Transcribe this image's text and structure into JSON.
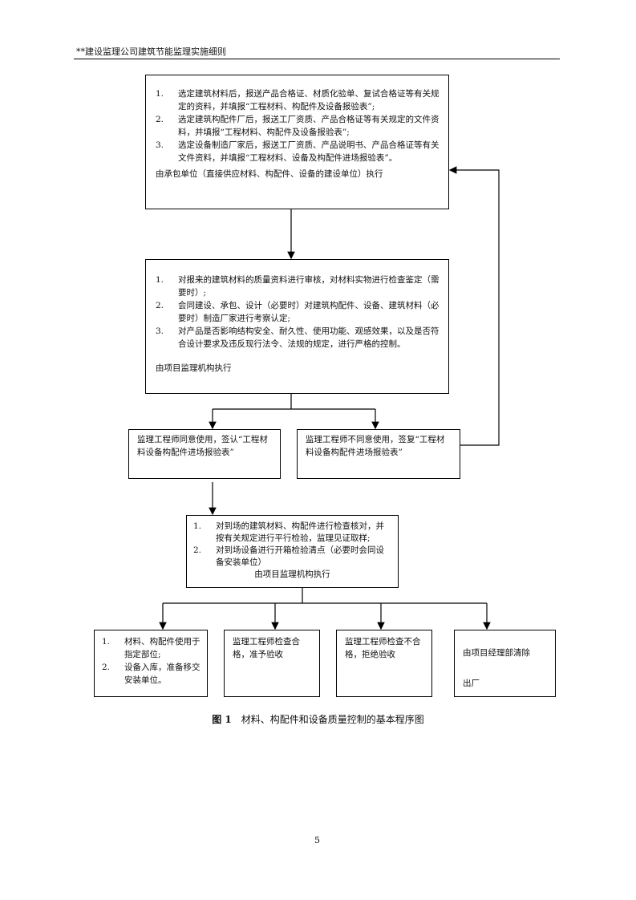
{
  "header": {
    "title": "**建设监理公司建筑节能监理实施细则"
  },
  "box1": {
    "items": [
      {
        "n": "1.",
        "t": "选定建筑材料后，报送产品合格证、材质化验单、复试合格证等有关规定的资料，并填报“工程材料、构配件及设备报验表”;"
      },
      {
        "n": "2.",
        "t": "选定建筑构配件厂后，报送工厂资质、产品合格证等有关规定的文件资料，并填报“工程材料、构配件及设备报验表”;"
      },
      {
        "n": "3.",
        "t": "选定设备制造厂家后，报送工厂资质、产品说明书、产品合格证等有关文件资料，并填报“工程材料、设备及构配件进场报验表”。"
      }
    ],
    "footer": "由承包单位（直接供应材料、构配件、设备的建设单位）执行"
  },
  "box2": {
    "items": [
      {
        "n": "1.",
        "t": "对报来的建筑材料的质量资料进行审核，对材料实物进行检查鉴定（需要时）;"
      },
      {
        "n": "2.",
        "t": "会同建设、承包、设计（必要时）对建筑构配件、设备、建筑材料（必要时）制造厂家进行考察认定;"
      },
      {
        "n": "3.",
        "t": "对产品是否影响结构安全、耐久性、使用功能、观感效果，以及是否符合设计要求及违反现行法令、法规的规定，进行严格的控制。"
      }
    ],
    "footer": "由项目监理机构执行"
  },
  "box3": {
    "text": "监理工程师同意使用，签认“工程材料设备构配件进场报验表”"
  },
  "box4": {
    "text": "监理工程师不同意使用，签复“工程材料设备构配件进场报验表”"
  },
  "box5": {
    "items": [
      {
        "n": "1.",
        "t": "对到场的建筑材料、构配件进行检查核对，并按有关规定进行平行检验，监理见证取样;"
      },
      {
        "n": "2.",
        "t": "对到场设备进行开箱检验清点（必要时会同设备安装单位）"
      }
    ],
    "footer": "由项目监理机构执行"
  },
  "box6": {
    "items": [
      {
        "n": "1.",
        "t": "材料、构配件使用于指定部位;"
      },
      {
        "n": "2.",
        "t": "设备入库，准备移交安装单位。"
      }
    ]
  },
  "box7": {
    "text": "监理工程师检查合格，准予验收"
  },
  "box8": {
    "text": "监理工程师检查不合格，拒绝验收"
  },
  "box9": {
    "line1": "由项目经理部清除",
    "line2": "出厂"
  },
  "caption": {
    "label": "图 1",
    "text": "材料、构配件和设备质量控制的基本程序图"
  },
  "page_number": "5"
}
